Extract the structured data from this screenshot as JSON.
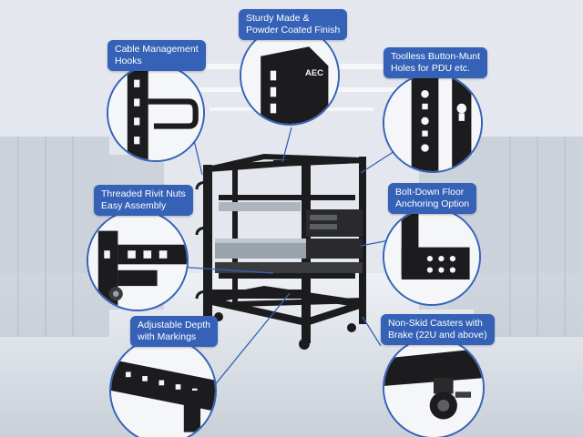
{
  "colors": {
    "accent": "#3562b7",
    "rack": "#1c1c1e",
    "background": "#dfe4ea"
  },
  "brand_logo": "AEC",
  "features": [
    {
      "id": "sturdy",
      "line1": "Sturdy Made &",
      "line2": "Powder Coated Finish",
      "icon": "rack-corner-closeup"
    },
    {
      "id": "cable",
      "line1": "Cable Management",
      "line2": "Hooks",
      "icon": "cable-hook-closeup"
    },
    {
      "id": "toolless",
      "line1": "Toolless Button-Munt",
      "line2": "Holes for PDU etc.",
      "icon": "rail-holes-closeup"
    },
    {
      "id": "rivet",
      "line1": "Threaded Rivit Nuts",
      "line2": "Easy Assembly",
      "icon": "rivet-nut-closeup"
    },
    {
      "id": "bolt",
      "line1": "Bolt-Down Floor",
      "line2": "Anchoring Option",
      "icon": "floor-plate-closeup"
    },
    {
      "id": "depth",
      "line1": "Adjustable Depth",
      "line2": "with Markings",
      "icon": "depth-rail-closeup"
    },
    {
      "id": "caster",
      "line1": "Non-Skid Casters with",
      "line2": "Brake (22U and above)",
      "icon": "caster-closeup"
    }
  ]
}
